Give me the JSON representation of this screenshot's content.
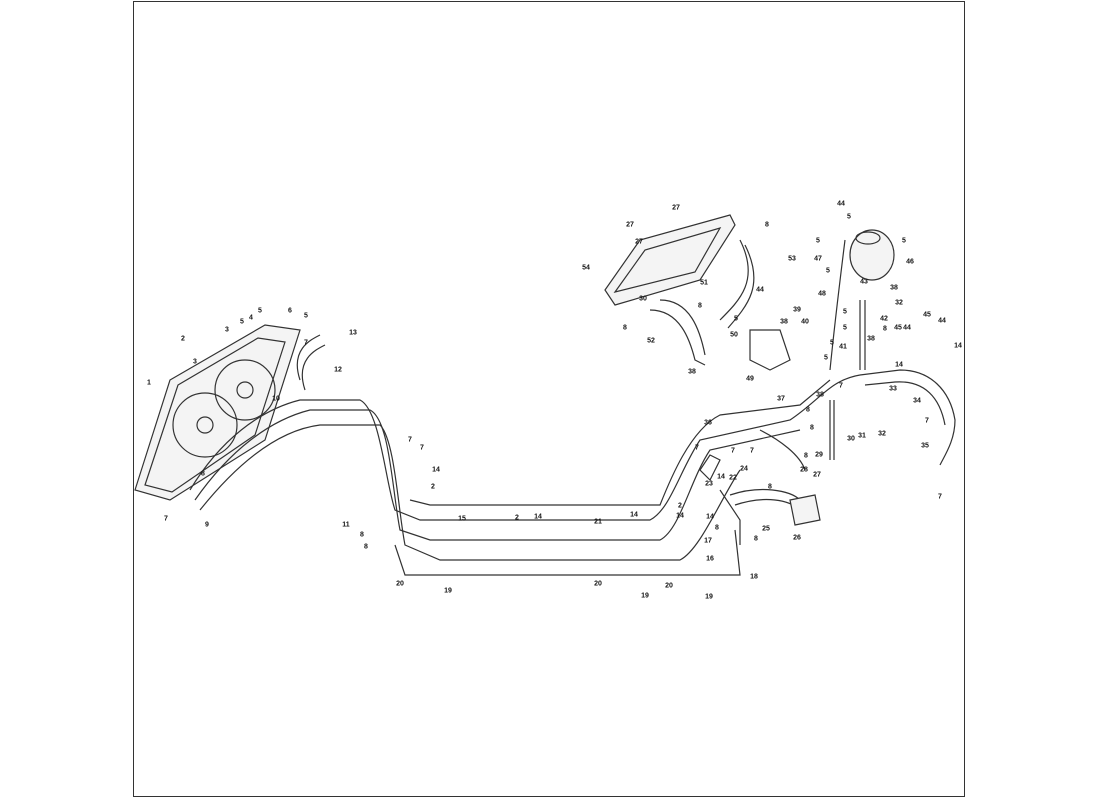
{
  "title": "Cooling system hoses and radiator assembly",
  "callouts": [
    "1",
    "2",
    "3",
    "3",
    "4",
    "5",
    "5",
    "6",
    "5",
    "7",
    "13",
    "12",
    "10",
    "8",
    "7",
    "9",
    "11",
    "8",
    "8",
    "7",
    "7",
    "14",
    "2",
    "15",
    "2",
    "14",
    "21",
    "14",
    "2",
    "14",
    "17",
    "16",
    "18",
    "20",
    "19",
    "20",
    "19",
    "20",
    "19",
    "27",
    "27",
    "27",
    "8",
    "54",
    "53",
    "51",
    "30",
    "8",
    "44",
    "5",
    "50",
    "8",
    "52",
    "38",
    "49",
    "39",
    "38",
    "40",
    "48",
    "5",
    "5",
    "5",
    "41",
    "5",
    "44",
    "5",
    "5",
    "5",
    "47",
    "46",
    "5",
    "43",
    "38",
    "32",
    "42",
    "8",
    "45",
    "44",
    "45",
    "44",
    "38",
    "14",
    "14",
    "7",
    "33",
    "34",
    "37",
    "38",
    "8",
    "7",
    "36",
    "8",
    "30",
    "31",
    "32",
    "7",
    "7",
    "7",
    "29",
    "8",
    "35",
    "24",
    "14",
    "22",
    "23",
    "28",
    "27",
    "8",
    "7",
    "14",
    "8",
    "25",
    "8",
    "26"
  ]
}
